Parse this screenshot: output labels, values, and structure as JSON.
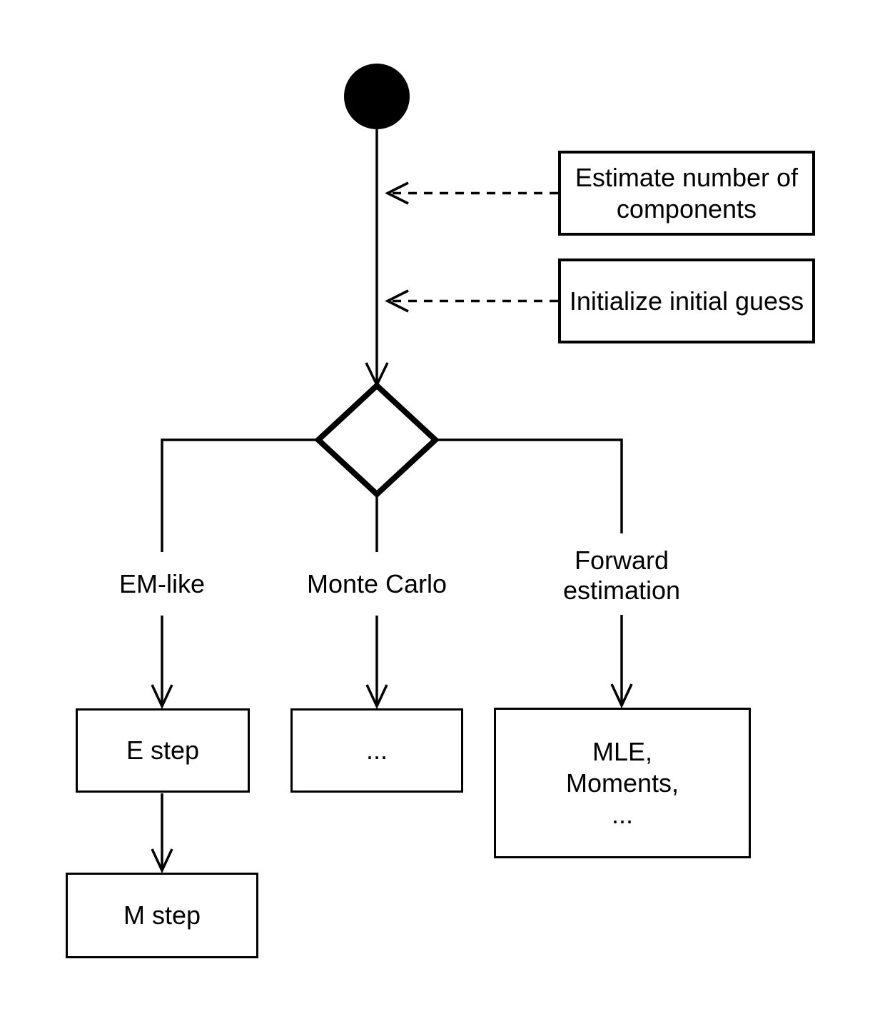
{
  "canvas": {
    "background": "#ffffff",
    "line_color": "#000000",
    "text_color": "#000000"
  },
  "start": {
    "type": "initial-node"
  },
  "notes": {
    "estimate": {
      "text": "Estimate number of\ncomponents"
    },
    "initialize": {
      "text": "Initialize initial guess"
    }
  },
  "decision": {
    "type": "decision-diamond"
  },
  "branches": {
    "em": {
      "label": "EM-like",
      "steps": {
        "e_step": "E step",
        "m_step": "M step"
      }
    },
    "monte_carlo": {
      "label": "Monte Carlo",
      "steps": {
        "ellipsis": "..."
      }
    },
    "forward": {
      "label": "Forward\nestimation",
      "steps": {
        "methods": "MLE,\nMoments,\n..."
      }
    }
  }
}
